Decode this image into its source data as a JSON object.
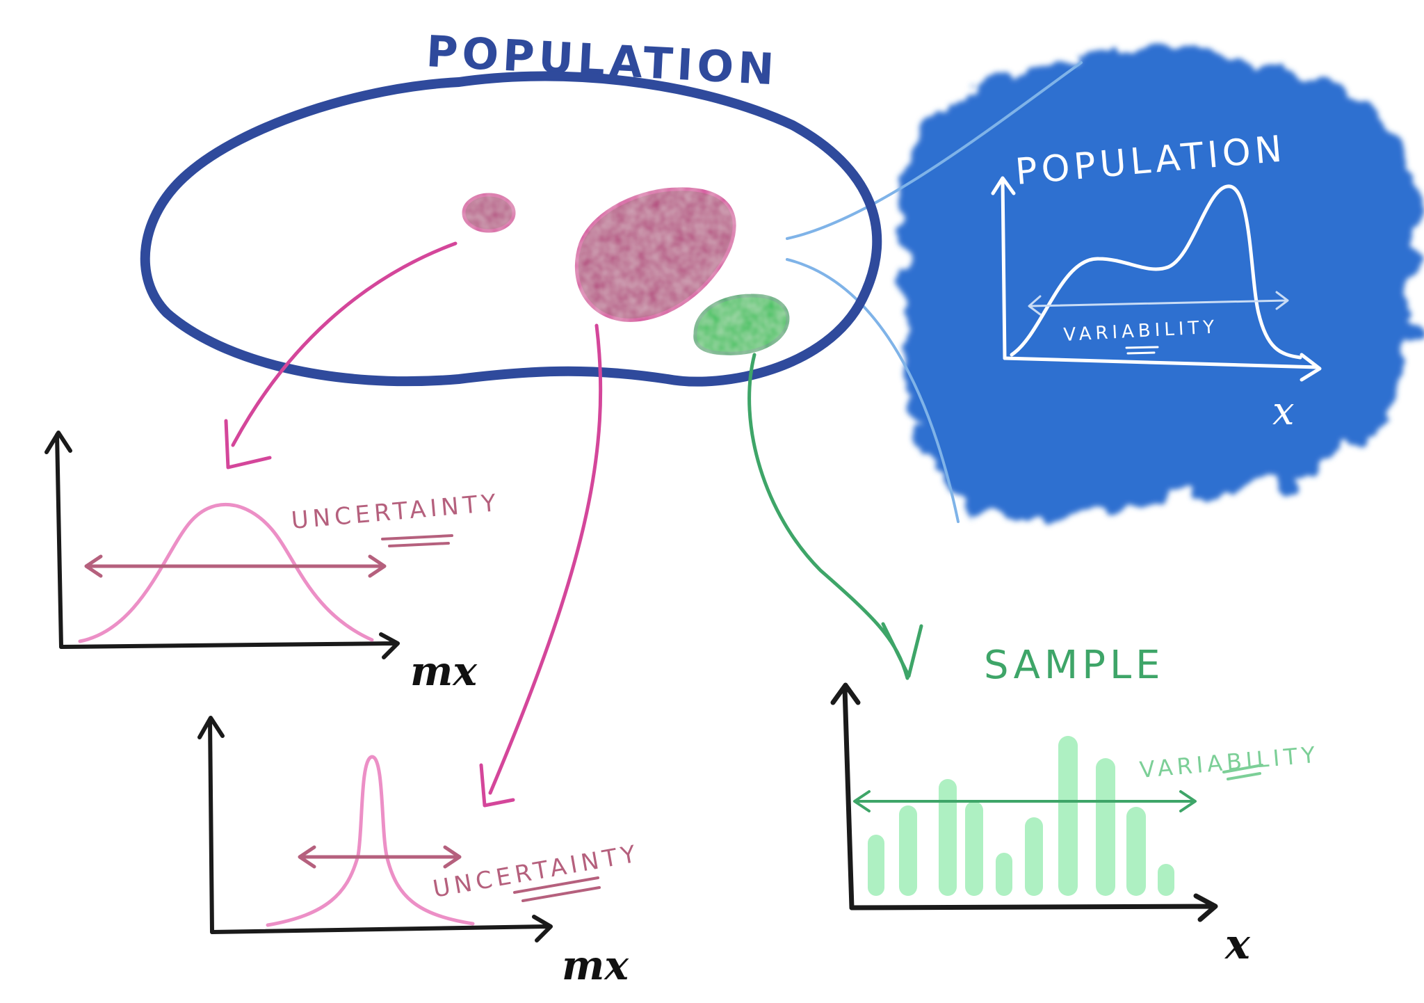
{
  "population": {
    "title": "POPULATION"
  },
  "population_inset": {
    "title": "POPULATION",
    "variability_label": "VARIABILITY",
    "x_axis_label": "x"
  },
  "uncertainty_wide": {
    "label": "UNCERTAINTY",
    "x_axis_label": "mx"
  },
  "uncertainty_narrow": {
    "label": "UNCERTAINTY",
    "x_axis_label": "mx"
  },
  "sample": {
    "title": "SAMPLE",
    "variability_label": "VARIABILITY",
    "x_axis_label": "x"
  },
  "colors": {
    "population_outline": "#2f4a9c",
    "inset_blue": "#2d6fd0",
    "magenta": "#d4469a",
    "pink_curve": "#ec8fc6",
    "mauve": "#b5607d",
    "green": "#3ea568",
    "green_fill": "#2fbf55",
    "light_green": "#aef0c2",
    "axis": "#1a1a1a"
  }
}
